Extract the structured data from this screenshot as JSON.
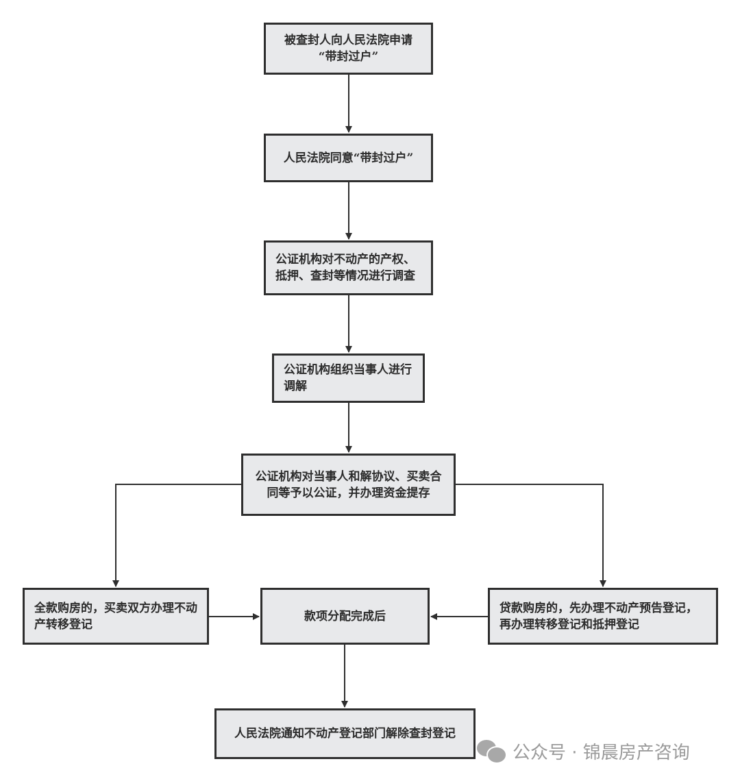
{
  "flowchart": {
    "nodes": [
      {
        "id": "apply",
        "text": "被查封人向人民法院申请\n“带封过户”"
      },
      {
        "id": "agree",
        "text": "人民法院同意“带封过户”"
      },
      {
        "id": "investigate",
        "text": "公证机构对不动产的产权、\n抵押、查封等情况进行调查"
      },
      {
        "id": "mediate",
        "text": "公证机构组织当事人进行\n调解"
      },
      {
        "id": "notarize",
        "text": "公证机构对当事人和解协议、买卖合\n同等予以公证，并办理资金提存"
      },
      {
        "id": "full-payment",
        "text": "全款购房的，买卖双方办理不动\n产转移登记"
      },
      {
        "id": "distribution",
        "text": "款项分配完成后"
      },
      {
        "id": "loan-payment",
        "text": "贷款购房的，先办理不动产预告登记，\n再办理转移登记和抵押登记"
      },
      {
        "id": "release",
        "text": "人民法院通知不动产登记部门解除查封登记"
      }
    ],
    "edges": [
      {
        "from": "apply",
        "to": "agree"
      },
      {
        "from": "agree",
        "to": "investigate"
      },
      {
        "from": "investigate",
        "to": "mediate"
      },
      {
        "from": "mediate",
        "to": "notarize"
      },
      {
        "from": "notarize",
        "to": "full-payment"
      },
      {
        "from": "notarize",
        "to": "loan-payment"
      },
      {
        "from": "full-payment",
        "to": "distribution"
      },
      {
        "from": "loan-payment",
        "to": "distribution"
      },
      {
        "from": "distribution",
        "to": "release"
      }
    ]
  },
  "watermark": {
    "icon": "wechat-icon",
    "text": "公众号 · 锦晨房产咨询"
  },
  "colors": {
    "box_fill": "#e8e9eb",
    "box_border": "#2e2e2e",
    "line": "#2e2e2e",
    "watermark": "#9a9a9a"
  }
}
